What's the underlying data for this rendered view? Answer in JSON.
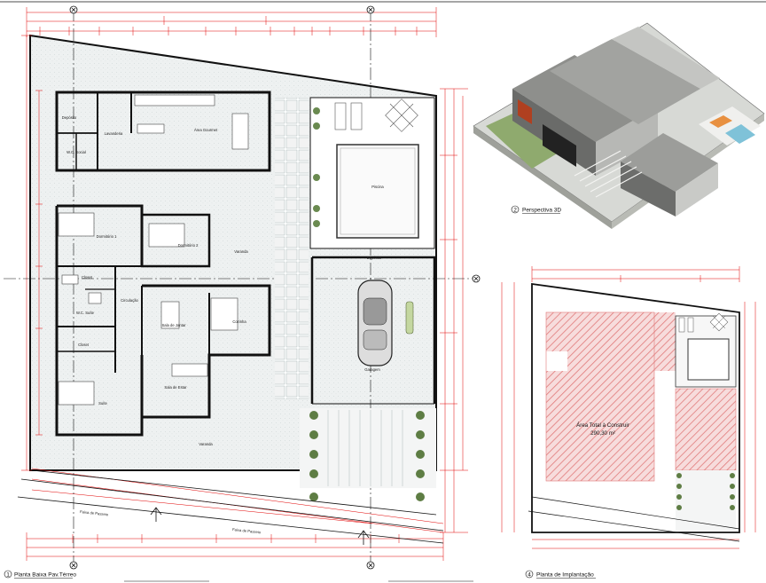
{
  "sheet": {
    "accent_dim": "#e00000",
    "wall": "#111111",
    "ground": "#e9ecec",
    "hatch": "#e8a0a0"
  },
  "drawings": {
    "floor_plan": {
      "number": "1",
      "title": "Planta Baixa Pav.Térreo",
      "rooms": [
        {
          "id": "deposito",
          "label": "Depósito"
        },
        {
          "id": "lavanderia",
          "label": "Lavanderia"
        },
        {
          "id": "area-gourmet",
          "label": "Área Gourmet"
        },
        {
          "id": "wc-social",
          "label": "W.C. Social"
        },
        {
          "id": "dormitorio-1",
          "label": "Dormitório 1"
        },
        {
          "id": "dormitorio-2",
          "label": "Dormitório 2"
        },
        {
          "id": "varanda",
          "label": "Varanda"
        },
        {
          "id": "closet-1",
          "label": "Closet"
        },
        {
          "id": "wc-suite",
          "label": "W.C. Suíte"
        },
        {
          "id": "closet-2",
          "label": "Closet"
        },
        {
          "id": "suite",
          "label": "Suíte"
        },
        {
          "id": "circulacao",
          "label": "Circulação"
        },
        {
          "id": "sala-jantar",
          "label": "Sala de Jantar"
        },
        {
          "id": "sala-estar",
          "label": "Sala de Estar"
        },
        {
          "id": "cozinha",
          "label": "Cozinha"
        },
        {
          "id": "piscina",
          "label": "Piscina"
        },
        {
          "id": "deposito-2",
          "label": "Depósito"
        },
        {
          "id": "garagem",
          "label": "Garagem"
        },
        {
          "id": "varanda-frontal",
          "label": "Varanda"
        }
      ],
      "street_label": "Faixa de Passeio"
    },
    "perspective": {
      "number": "2",
      "title": "Perspectiva 3D"
    },
    "site_plan": {
      "number": "4",
      "title": "Planta de Implantação",
      "area_label": "Área Total à Construir",
      "area_value": "290,30 m²"
    }
  }
}
